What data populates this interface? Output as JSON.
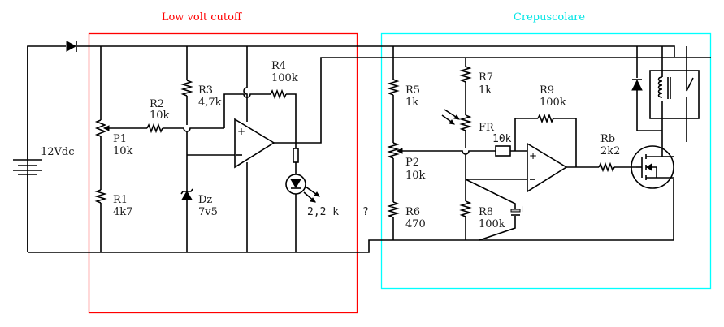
{
  "diagram": {
    "type": "electronic-schematic",
    "sections": [
      {
        "title": "Low volt cutoff",
        "color": "#ff0000"
      },
      {
        "title": "Crepuscolare",
        "color": "#00ffff"
      }
    ],
    "supply": {
      "label": "12Vdc"
    },
    "components": {
      "P1": {
        "ref": "P1",
        "value": "10k"
      },
      "R1": {
        "ref": "R1",
        "value": "4k7"
      },
      "R2": {
        "ref": "R2",
        "value": "10k"
      },
      "R3": {
        "ref": "R3",
        "value": "4,7k"
      },
      "R4": {
        "ref": "R4",
        "value": "100k"
      },
      "Dz": {
        "ref": "Dz",
        "value": "7v5"
      },
      "LED": {
        "value": "2,2  k",
        "note": "?"
      },
      "R5": {
        "ref": "R5",
        "value": "1k"
      },
      "P2": {
        "ref": "P2",
        "value": "10k"
      },
      "R6": {
        "ref": "R6",
        "value": "470"
      },
      "R7": {
        "ref": "R7",
        "value": "1k"
      },
      "FR": {
        "ref": "FR"
      },
      "Rin": {
        "value": "10k"
      },
      "R8": {
        "ref": "R8",
        "value": "100k"
      },
      "R9": {
        "ref": "R9",
        "value": "100k"
      },
      "Rb": {
        "ref": "Rb",
        "value": "2k2"
      }
    }
  }
}
